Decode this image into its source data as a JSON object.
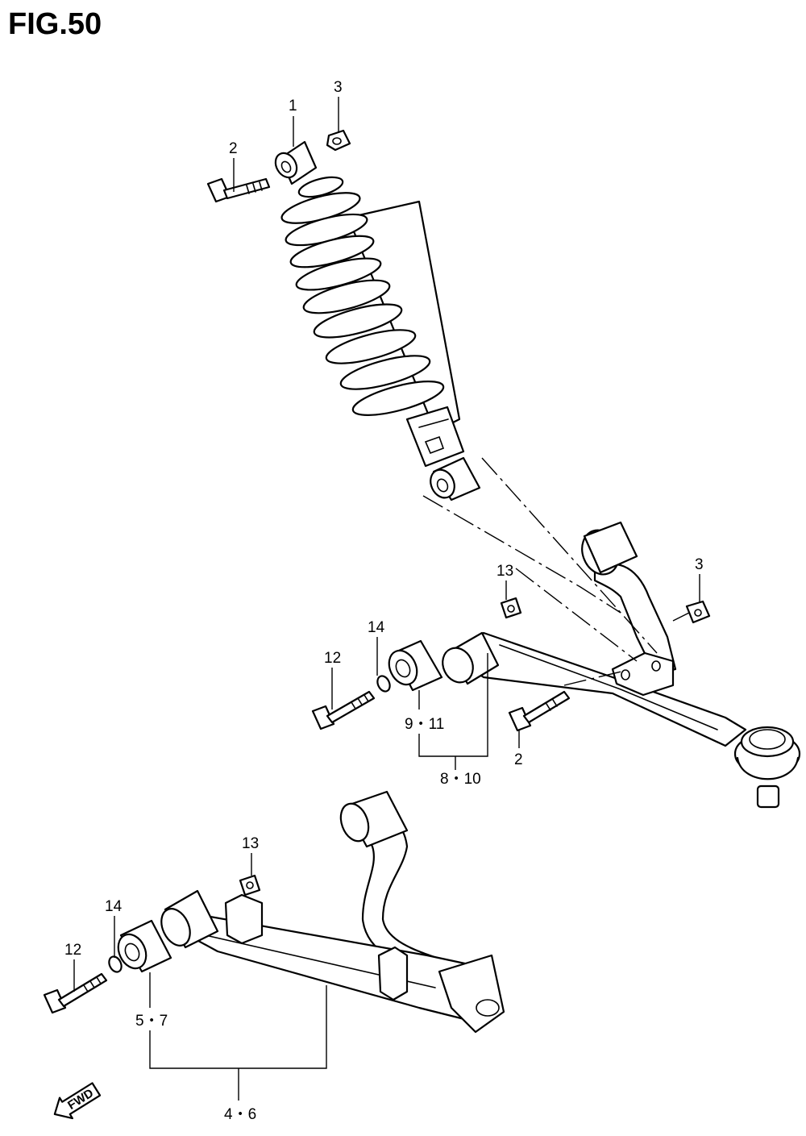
{
  "figure": {
    "title": "FIG.50"
  },
  "callouts": {
    "c1": "1",
    "c2_top": "2",
    "c3_top": "3",
    "c3_mid": "3",
    "c13_mid": "13",
    "c14_mid": "14",
    "c12_mid": "12",
    "c9_11": "9・11",
    "c8_10": "8・10",
    "c2_mid": "2",
    "c13_low": "13",
    "c14_low": "14",
    "c12_low": "12",
    "c5_7": "5・7",
    "c4_6": "4・6"
  },
  "direction_badge": {
    "label": "FWD",
    "icon": "arrow-fwd-icon"
  }
}
